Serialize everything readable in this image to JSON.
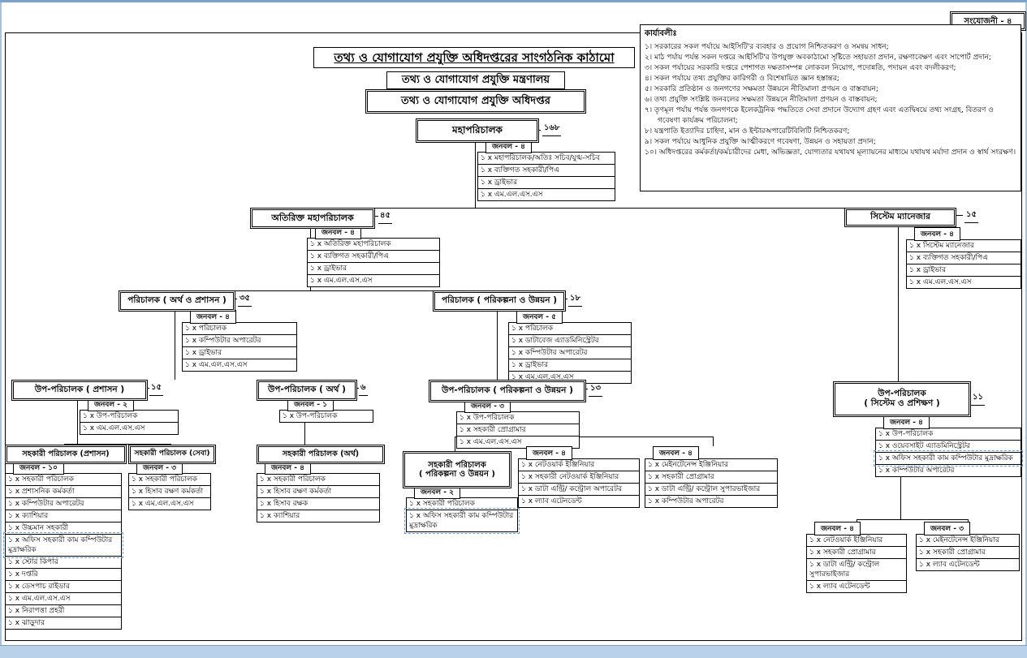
{
  "header": {
    "annex": "সংযোজনী - ৪",
    "title_main": "তথ্য ও যোগাযোগ প্রযুক্তি অধিদপ্তরের সাংগঠনিক কাঠামো",
    "ministry": "তথ্য ও যোগাযোগ প্রযুক্তি মন্ত্রণালয়",
    "department": "তথ্য ও যোগাযোগ প্রযুক্তি অধিদপ্তর"
  },
  "functions_panel": {
    "heading": "কার্যাবলীঃ",
    "items": [
      "১। সরকারের সকল পর্যায়ে আইসিটি'র ব্যবহার ও প্রয়োগ নিশ্চিতকরণ ও সমন্বয় সাধন;",
      "২। মাঠ পর্যায় পর্যন্ত সকল দপ্তরে আইসিটি'র উপযুক্ত অবকাঠামো সৃষ্টিতে সহায়তা প্রদান, রক্ষণাবেক্ষণ এবং সাপোর্ট প্রদান;",
      "৩। সকল পর্যায়ের সরকারি দপ্তরে পেশাগত দক্ষতাসম্পন্ন লোকবল নিয়োগ, পদোন্নতি, পদায়ন এবং বদলীকরণ;",
      "৪। সকল পর্যায়ে তথ্য প্রযুক্তির কারিগরী ও বিশেষায়িত জ্ঞান হস্তান্তর;",
      "৫। সরকারি প্রতিষ্ঠান ও জনগণের সক্ষমতা উন্নয়নে নীতিমালা প্রণয়ন ও বাস্তবায়ন;",
      "৬। তথ্য প্রযুক্তি সংশ্লিষ্ট জনবলের সক্ষমতা উন্নয়নে নীতিমালা প্রণয়ন ও বাস্তবায়ন;",
      "৭। তৃণমূল পর্যায় পর্যন্ত জনগণকে ইলেকট্রনিক পদ্ধতিতে সেবা প্রদানে উদ্যোগ গ্রহণ এবং এতদ্বিষয়ে তথ্য সংগ্রহ, বিতরণ ও গবেষণা কার্যক্রম পরিচালনা;",
      "৮। যন্ত্রপাতি ইত্যাদির চাহিদা, মান ও ইন্টারঅপারেটিবিলিটি নিশ্চিতকরণ;",
      "৯। সকল পর্যায়ে আধুনিক প্রযুক্তি আত্মীকরণে গবেষণা, উন্নয়ন ও সহায়তা প্রদান;",
      "১০। অধিদপ্তরের কর্মকর্তা/কর্মচারীদের মেধা, অভিজ্ঞতা, যোগ্যতার যথাযথ মূল্যায়নের মাধ্যমে যথাযথ মর্যাদা প্রদান ও স্বার্থ সংরক্ষণ।"
    ]
  },
  "nodes": {
    "dg": {
      "title": "মহাপরিচালক",
      "badge": "১৬৮",
      "staff_heading": "জনবল - ৪",
      "staff": [
        "১ x মহাপরিচালক/অতিঃ সচিব/যুগ্ম-সচিব",
        "১ x ব্যক্তিগত সহকারী/পিএ",
        "১ x ড্রাইভার",
        "১ x এম.এল.এস.এস"
      ]
    },
    "adg": {
      "title": "অতিরিক্ত মহাপরিচালক",
      "badge": "৪৫",
      "staff_heading": "জনবল - ৪",
      "staff": [
        "১ x অতিরিক্ত মহাপরিচালক",
        "১ x ব্যক্তিগত সহকারী/পিএ",
        "১ x ড্রাইভার",
        "১ x এম.এল.এস.এস"
      ]
    },
    "sysman": {
      "title": "সিস্টেম ম্যানেজার",
      "badge": "১৫",
      "staff_heading": "জনবল - ৪",
      "staff": [
        "১ x সিস্টেম ম্যানেজার",
        "১ x ব্যক্তিগত সহকারী/পিএ",
        "১ x ড্রাইভার",
        "১ x এম.এল.এস.এস"
      ]
    },
    "dir_fa": {
      "title": "পরিচালক ( অর্থ ও প্রশাসন )",
      "badge": "৩৫",
      "staff_heading": "জনবল - ৪",
      "staff": [
        "১ x পরিচালক",
        "১ x কম্পিউটার অপারেটর",
        "১ x ড্রাইভার",
        "১ x এম.এল.এস.এস"
      ]
    },
    "dir_pd": {
      "title": "পরিচালক ( পরিকল্পনা ও উন্নয়ন )",
      "badge": "১৮",
      "staff_heading": "জনবল - ৫",
      "staff": [
        "১ x পরিচালক",
        "১ x ডাটাবেজ এ্যাডমিনিস্ট্রেটর",
        "১ x কম্পিউটার অপারেটর",
        "১ x ড্রাইভার",
        "১ x এম.এল.এস.এস"
      ]
    },
    "dd_admin": {
      "title": "উপ-পরিচালক ( প্রশাসন )",
      "badge": "১৫",
      "staff_heading": "জনবল - ২",
      "staff": [
        "১ x উপ-পরিচালক",
        "১ x এম.এল.এস.এস"
      ]
    },
    "dd_fin": {
      "title": "উপ-পরিচালক ( অর্থ )",
      "badge": "৬",
      "staff_heading": "জনবল - ১",
      "staff": [
        "১ x উপ-পরিচালক"
      ]
    },
    "dd_pd": {
      "title": "উপ-পরিচালক ( পরিকল্পনা ও উন্নয়ন )",
      "badge": "১৩",
      "staff_heading": "জনবল - ৩",
      "staff": [
        "১ x উপ-পরিচালক",
        "১ x সহকারী প্রোগ্রামার",
        "১ x এম.এল.এস.এস"
      ]
    },
    "dd_sys": {
      "title_line1": "উপ-পরিচালক",
      "title_line2": "( সিস্টেম ও প্রশিক্ষণ )",
      "badge": "১১",
      "staff_heading": "জনবল - ৪",
      "staff": [
        "১ x উপ-পরিচালক",
        "১ x ওয়েবসাইট এ্যাডমিনিস্ট্রেটর",
        "১ x অফিস সহকারী কাম কম্পিউটার মুদ্রাক্ষরিক",
        "১ x কম্পিউটার অপারেটর"
      ]
    },
    "ad_admin": {
      "title": "সহকারী পরিচালক (প্রশাসন)",
      "staff_heading": "জনবল - ১০",
      "staff": [
        "১ x সহকারী পরিচালক",
        "১ x প্রশাসনিক কর্মকর্তা",
        "১ x কম্পিউটার অপারেটর",
        "১ x ক্যাশিয়ার",
        "১ x উচ্চমান সহকারী",
        "১ x অফিস সহকারী কাম কম্পিউটার মুদ্রাক্ষরিক",
        "১ x স্টোর কিপার",
        "১ x দপ্তরি",
        "১ x ডেসপাচ রাইডার",
        "১ x এম.এল.এস.এস",
        "১ x নিরাপত্তা প্রহরী",
        "১ x ঝাড়ুদার"
      ]
    },
    "ad_seba": {
      "title": "সহকারী পরিচালক (সেবা)",
      "staff_heading": "জনবল - ৩",
      "staff": [
        "১ x সহকারী পরিচালক",
        "১ x হিসাব রক্ষণ কর্মকর্তা",
        "১ x এম.এল.এস.এস"
      ]
    },
    "ad_fin": {
      "title": "সহকারী পরিচালক (অর্থ)",
      "staff_heading": "জনবল - ৪",
      "staff": [
        "১ x সহকারী পরিচালক",
        "১ x হিসাব রক্ষণ কর্মকর্তা",
        "১ x হিসাব রক্ষক",
        "১ x ক্যাশিয়ার"
      ]
    },
    "ad_plan": {
      "title_line1": "সহকারী পরিচালক",
      "title_line2": "( পরিকল্পনা ও উন্নয়ন )",
      "staff_heading": "জনবল - ২",
      "staff": [
        "১ x সহকারী পরিচালক",
        "১ x অফিস সহকারী কাম কম্পিউটার মুদ্রাক্ষরিক"
      ]
    },
    "grp_net": {
      "staff_heading": "জনবল - ৪",
      "staff": [
        "১ x নেটওয়ার্ক ইঞ্জিনিয়ার",
        "১ x সহকারী নেটওয়ার্ক ইঞ্জিনিয়ার",
        "১ x ডাটা এন্ট্রি/ কন্ট্রোল অপারেটর",
        "১ x ল্যাব এটেনডেন্ট"
      ]
    },
    "grp_maint": {
      "staff_heading": "জনবল - ৪",
      "staff": [
        "১ x মেইনটেনেন্স ইঞ্জিনিয়ার",
        "১ x সহকারী প্রোগ্রামার",
        "১ x ডাটা এন্ট্রি/ কন্ট্রোল সুপারভাইজার",
        "১ x কম্পিউটার অপারেটর"
      ]
    },
    "grp_net2": {
      "staff_heading": "জনবল - ৪",
      "staff": [
        "১ x নেটওয়ার্ক ইঞ্জিনিয়ার",
        "১ x সহকারী প্রোগ্রামার",
        "১ x ডাটা এন্ট্রি/ কন্ট্রোল সুপারভাইজার",
        "১ x ল্যাব এটেনডেন্ট"
      ]
    },
    "grp_maint2": {
      "staff_heading": "জনবল - ৩",
      "staff": [
        "১ x মেইনটেনেন্স ইঞ্জিনিয়ার",
        "১ x সহকারী প্রোগ্রামার",
        "১ x ল্যাব এটেনডেন্ট"
      ]
    }
  }
}
